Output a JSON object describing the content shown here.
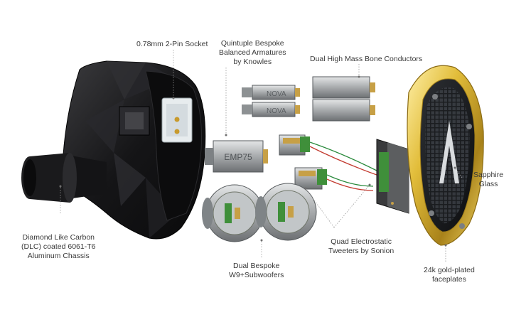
{
  "diagram": {
    "labels": {
      "socket": [
        "0.78mm 2-Pin Socket"
      ],
      "armatures": [
        "Quintuple Bespoke",
        "Balanced Armatures",
        "by Knowles"
      ],
      "bone": [
        "Dual High Mass Bone Conductors"
      ],
      "chassis": [
        "Diamond Like Carbon",
        "(DLC) coated 6061-T6",
        "Aluminum Chassis"
      ],
      "subwoofers": [
        "Dual Bespoke",
        "W9+Subwoofers"
      ],
      "tweeters": [
        "Quad Electrostatic",
        "Tweeters by Sonion"
      ],
      "sapphire": [
        "Sapphire",
        "Glass"
      ],
      "faceplate": [
        "24k gold-plated",
        "faceplates"
      ]
    },
    "part_marks": {
      "emp": "EMP75",
      "nova_top": "NOVA",
      "nova_bottom": "NOVA"
    },
    "colors": {
      "shell": "#1b1b1d",
      "metal": "#a9acae",
      "gold": "#d9b533",
      "pcb_green": "#3f8f3a",
      "leader": "#9a9a9a"
    }
  }
}
